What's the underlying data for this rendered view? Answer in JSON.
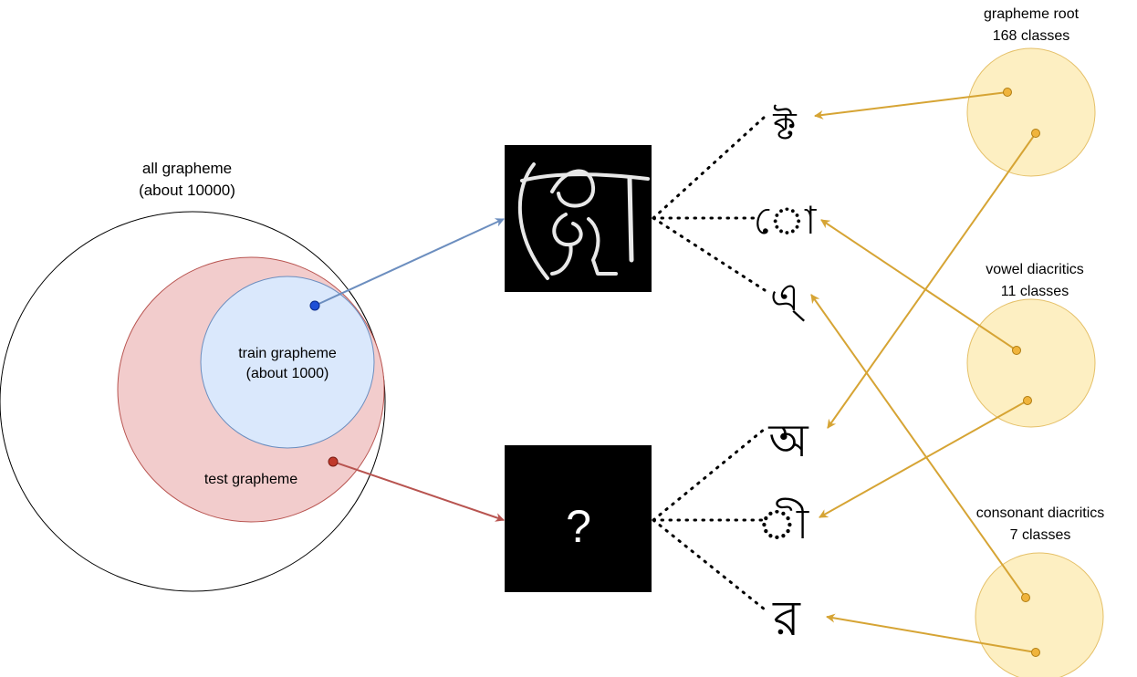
{
  "venn": {
    "all_line1": "all grapheme",
    "all_line2": "(about 10000)",
    "train_line1": "train grapheme",
    "train_line2": "(about 1000)",
    "test_label": "test grapheme"
  },
  "images": {
    "unknown_mark": "?"
  },
  "components": {
    "top": [
      "ক্ট",
      "ো",
      "এ্"
    ],
    "bottom": [
      "অ",
      "ী",
      "র"
    ]
  },
  "class_groups": {
    "root_line1": "grapheme root",
    "root_line2": "168 classes",
    "vowel_line1": "vowel diacritics",
    "vowel_line2": "11 classes",
    "consonant_line1": "consonant diacritics",
    "consonant_line2": "7 classes"
  },
  "colors": {
    "test_fill": "#f2cccc",
    "test_stroke": "#b85450",
    "train_fill": "#dae8fc",
    "train_stroke": "#6c8ebf",
    "class_fill": "#fdefc2",
    "class_stroke": "#e5c068",
    "class_arrow": "#d6a434",
    "dot_blue": "#1f4fd6",
    "dot_red": "#c0392b"
  }
}
